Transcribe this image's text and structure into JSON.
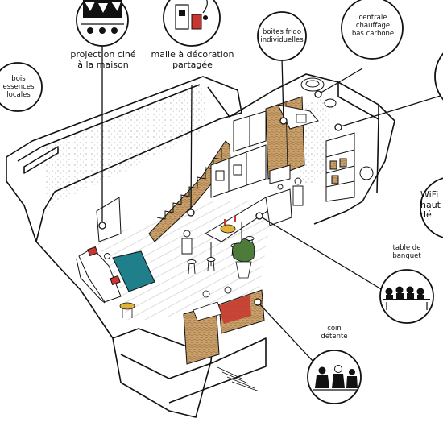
{
  "labels": {
    "projection": "projection ciné\nà la maison",
    "malle": "malle à décoration\npartagée",
    "boites": "boites frigo\nindividuelles",
    "centrale": "centrale\nchauffage\nbas carbone",
    "bois": "bois\nessences\nlocales",
    "wifi": "WiFi\nhaut dé",
    "table": "table de\nbanquet",
    "coin": "coin\ndétente"
  },
  "colors": {
    "ink": "#111111",
    "wood": "#c9a06a",
    "wood_dark": "#9a7346",
    "teal": "#1f7f8a",
    "red": "#c8362f",
    "plant": "#4d7b3a",
    "yellow": "#e0b23a"
  },
  "icons": {
    "projection": "projector-icon",
    "malle": "trunk-icon",
    "boites": "fridge-icon",
    "centrale": "heating-icon",
    "bois": "wood-icon",
    "wifi": "wifi-icon",
    "table": "banquet-table-icon",
    "coin": "lounge-icon"
  }
}
